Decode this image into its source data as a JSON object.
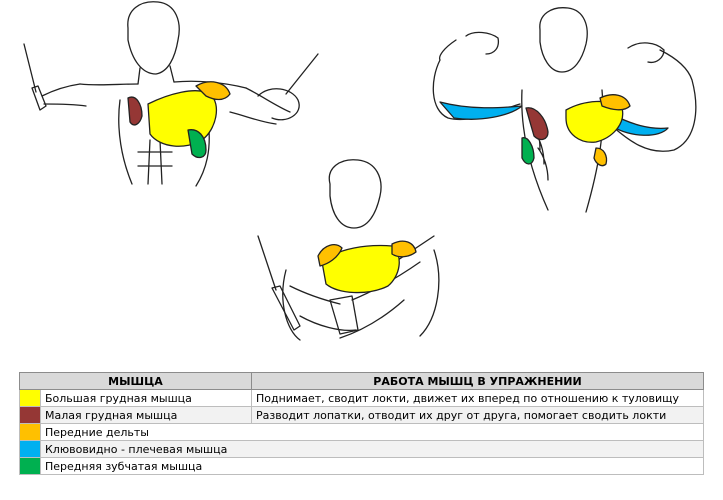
{
  "colors": {
    "yellow": "#ffff00",
    "maroon": "#953735",
    "orange": "#ffc000",
    "blue": "#00b0f0",
    "green": "#00b050",
    "header_bg": "#d9d9d9"
  },
  "table": {
    "headers": [
      "МЫШЦА",
      "РАБОТА МЫШЦ В УПРАЖНЕНИИ"
    ],
    "rows": [
      {
        "color": "#ffff00",
        "name": "Большая грудная мышца",
        "action": "Поднимает, сводит локти, движет их вперед по отношению к туловищу"
      },
      {
        "color": "#953735",
        "name": "Малая грудная мышца",
        "action": "Разводит лопатки, отводит их друг от друга, помогает сводить локти"
      },
      {
        "color": "#ffc000",
        "name": "Передние дельты",
        "action": ""
      },
      {
        "color": "#00b0f0",
        "name": "Клювовидно - плечевая мышца",
        "action": ""
      },
      {
        "color": "#00b050",
        "name": "Передняя зубчатая мышца",
        "action": ""
      }
    ]
  }
}
